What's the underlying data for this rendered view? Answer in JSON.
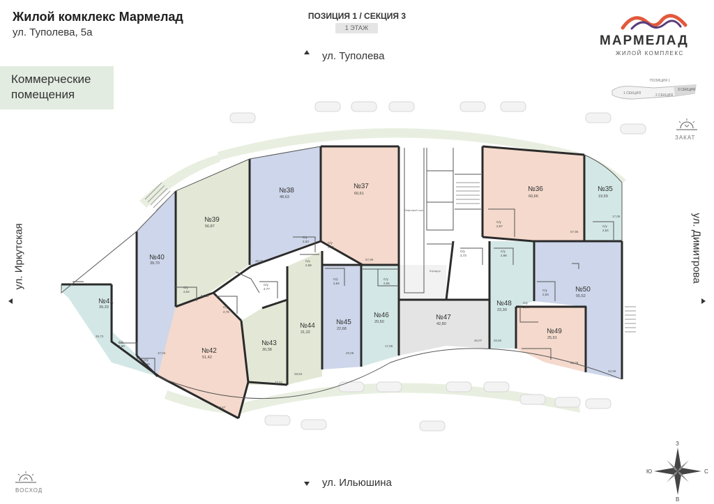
{
  "header": {
    "title": "Жилой комклекс Мармелад",
    "address": "ул. Туполева, 5а",
    "position": "ПОЗИЦИЯ 1 / СЕКЦИЯ 3",
    "floor": "1 ЭТАЖ"
  },
  "category": "Коммерческие\nпомещения",
  "logo": {
    "name": "МАРМЕЛАД",
    "subtitle": "ЖИЛОЙ КОМПЛЕКС"
  },
  "streets": {
    "top": "ул. Туполева",
    "bottom": "ул. Ильюшина",
    "left": "ул. Иркутская",
    "right": "ул. Димитрова"
  },
  "orientation": {
    "sunset": "ЗАКАТ",
    "sunrise": "ВОСХОД"
  },
  "compass": {
    "n": "З",
    "s": "В",
    "w": "Ю",
    "e": "С"
  },
  "key_plan": {
    "label": "ПОЗИЦИЯ 1",
    "sections": [
      "1 СЕКЦИЯ",
      "2 СЕКЦИЯ",
      "3 СЕКЦИЯ"
    ]
  },
  "common": {
    "elevator": "Лифтовой холл",
    "corridor": "Коридор"
  },
  "colors": {
    "blue": "#cdd6ea",
    "green": "#e3e8d6",
    "pink": "#f4d9cc",
    "teal": "#d3e8e6",
    "grey": "#e4e4e4",
    "wall": "#2b2b2b",
    "logo_orange": "#e2593b",
    "logo_purple": "#5a3d7c"
  },
  "units": [
    {
      "no": "№41",
      "area": "39,33"
    },
    {
      "no": "№40",
      "area": "39,70"
    },
    {
      "no": "№39",
      "area": "56,87"
    },
    {
      "no": "№38",
      "area": "48,63"
    },
    {
      "no": "№37",
      "area": "60,61"
    },
    {
      "no": "№36",
      "area": "60,66"
    },
    {
      "no": "№35",
      "area": "19,59"
    },
    {
      "no": "№42",
      "area": "51,42"
    },
    {
      "no": "№43",
      "area": "30,38"
    },
    {
      "no": "№44",
      "area": "31,32"
    },
    {
      "no": "№45",
      "area": "22,68"
    },
    {
      "no": "№46",
      "area": "20,50"
    },
    {
      "no": "№47",
      "area": "42,80"
    },
    {
      "no": "№48",
      "area": "23,30"
    },
    {
      "no": "№49",
      "area": "25,91"
    },
    {
      "no": "№50",
      "area": "55,52"
    }
  ],
  "bathrooms": [
    {
      "label": "С/у",
      "area": "2,60"
    },
    {
      "label": "С/у",
      "area": "2,60"
    },
    {
      "label": "С/у",
      "area": "2,54"
    },
    {
      "label": "С/у",
      "area": "2,75"
    },
    {
      "label": "С/у",
      "area": "2,77"
    },
    {
      "label": "С/у",
      "area": "2,69"
    },
    {
      "label": "С/у",
      "area": "2,63"
    },
    {
      "label": "С/у",
      "area": "2,72"
    },
    {
      "label": "С/у",
      "area": "2,64"
    },
    {
      "label": "С/у",
      "area": "2,55"
    },
    {
      "label": "С/у",
      "area": "2,73"
    },
    {
      "label": "С/у",
      "area": "2,57"
    },
    {
      "label": "С/у",
      "area": "2,68"
    },
    {
      "label": "С/у",
      "area": "2,63"
    },
    {
      "label": "С/у",
      "area": "2,53"
    },
    {
      "label": "С/у",
      "area": "2,54"
    }
  ],
  "extra_areas": [
    "36,73",
    "37,03",
    "54,33",
    "46,00",
    "57,89",
    "57,96",
    "17,05",
    "27,61",
    "28,63",
    "48,67",
    "20,08",
    "17,95",
    "40,07",
    "20,82",
    "23,28",
    "52,99"
  ]
}
